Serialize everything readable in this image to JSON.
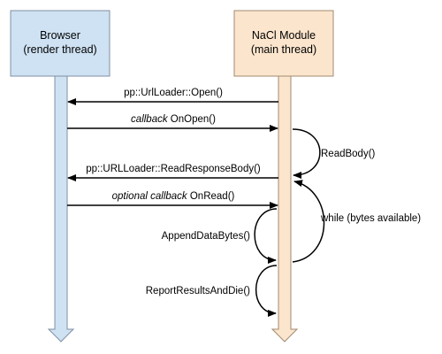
{
  "participants": {
    "browser": {
      "name": "Browser",
      "subtitle": "(render thread)",
      "fill": "#cfe2f3",
      "stroke": "#7f8fa3"
    },
    "nacl": {
      "name": "NaCl Module",
      "subtitle": "(main thread)",
      "fill": "#fce5cd",
      "stroke": "#a08a70"
    }
  },
  "messages": {
    "open": {
      "text": "pp::UrlLoader::Open()"
    },
    "on_open": {
      "italic": "callback",
      "text": " OnOpen()"
    },
    "read_response": {
      "text": "pp::URLLoader::ReadResponseBody()"
    },
    "on_read": {
      "italic": "optional callback",
      "text": " OnRead()"
    }
  },
  "self_calls": {
    "read_body": "ReadBody()",
    "loop": "while (bytes available)",
    "append": "AppendDataBytes()",
    "report": "ReportResultsAndDie()"
  },
  "colors": {
    "line": "#000000"
  }
}
